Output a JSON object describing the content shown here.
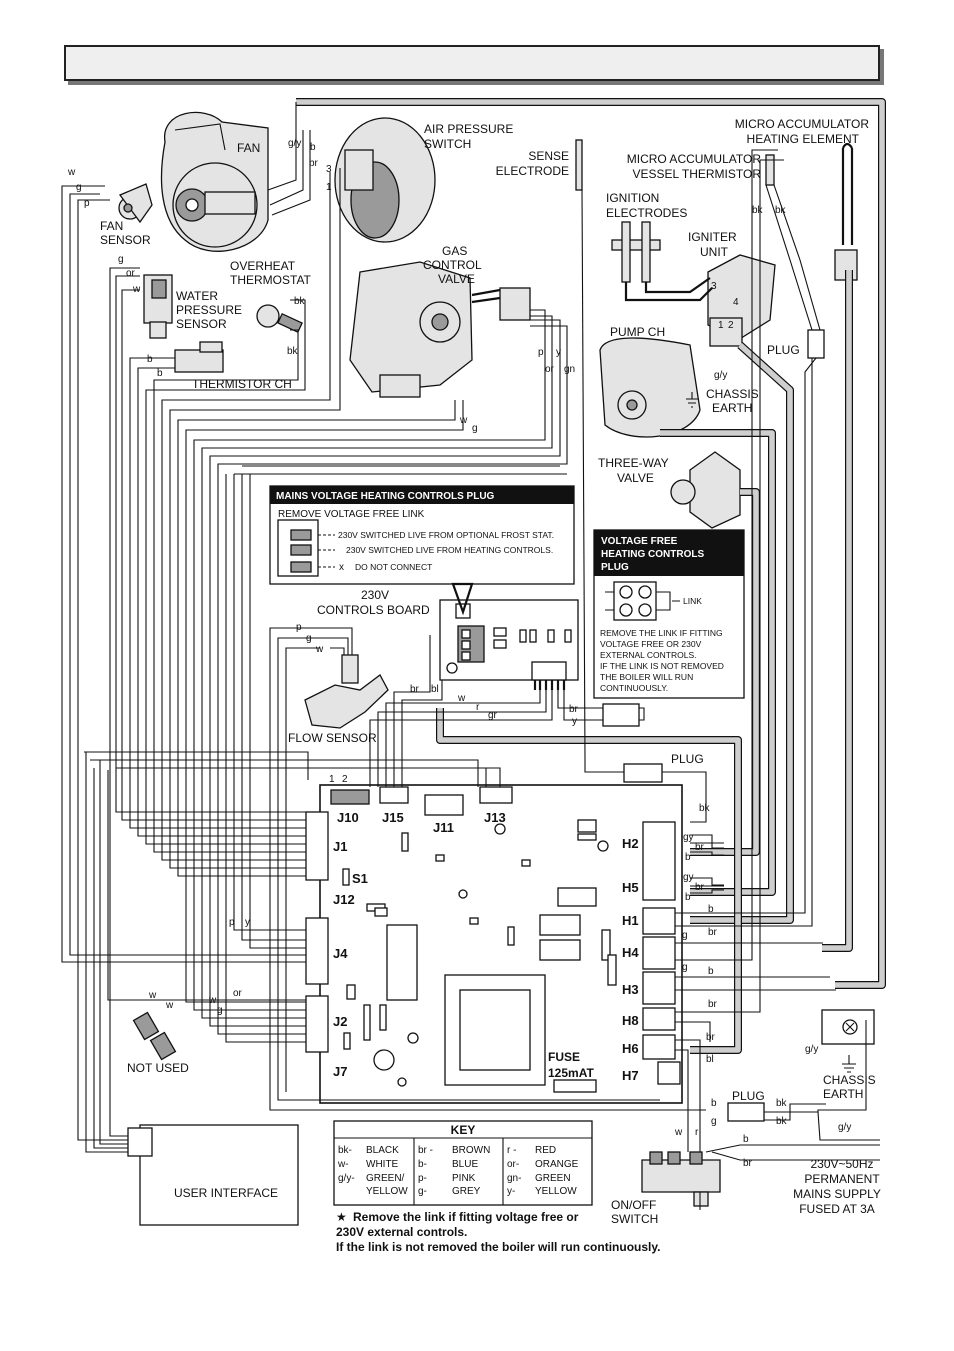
{
  "header": {
    "title": ""
  },
  "components": {
    "fan": "FAN",
    "fan_sensor": [
      "FAN",
      "SENSOR"
    ],
    "air_pressure_switch": [
      "AIR PRESSURE",
      "SWITCH"
    ],
    "sense_electrode": [
      "SENSE",
      "ELECTRODE"
    ],
    "micro_acc_heating": [
      "MICRO ACCUMULATOR",
      "HEATING ELEMENT"
    ],
    "micro_acc_thermistor": [
      "MICRO ACCUMULATOR",
      "VESSEL THERMISTOR"
    ],
    "ignition_electrodes": [
      "IGNITION",
      "ELECTRODES"
    ],
    "igniter_unit": [
      "IGNITER",
      "UNIT"
    ],
    "overheat_thermostat": [
      "OVERHEAT",
      "THERMOSTAT"
    ],
    "gas_control_valve": [
      "GAS",
      "CONTROL",
      "VALVE"
    ],
    "water_pressure_sensor": [
      "WATER",
      "PRESSURE",
      "SENSOR"
    ],
    "thermistor_ch": "THERMISTOR CH",
    "pump_ch": "PUMP CH",
    "plug": "PLUG",
    "chassis_earth": [
      "CHASSIS",
      "EARTH"
    ],
    "three_way_valve": [
      "THREE-WAY",
      "VALVE"
    ],
    "controls_board": [
      "230V",
      "CONTROLS BOARD"
    ],
    "flow_sensor": "FLOW SENSOR",
    "not_used": "NOT USED",
    "user_interface": "USER INTERFACE",
    "on_off_switch": [
      "ON/OFF",
      "SWITCH"
    ],
    "mains_supply": [
      "230V~50Hz",
      "PERMANENT",
      "MAINS SUPPLY",
      "FUSED AT 3A"
    ],
    "fuse": [
      "FUSE",
      "125mAT"
    ]
  },
  "mains_plug_box": {
    "title": "MAINS VOLTAGE HEATING CONTROLS PLUG",
    "subtitle": "REMOVE VOLTAGE FREE LINK",
    "lines": [
      "230V SWITCHED LIVE FROM OPTIONAL FROST STAT.",
      "230V SWITCHED LIVE FROM HEATING CONTROLS.",
      "DO NOT CONNECT"
    ]
  },
  "voltage_free_box": {
    "title": [
      "VOLTAGE FREE",
      "HEATING CONTROLS",
      "PLUG"
    ],
    "link_label": "LINK",
    "notes": [
      "REMOVE THE LINK IF FITTING",
      "VOLTAGE FREE OR 230V",
      "EXTERNAL CONTROLS.",
      "IF THE LINK IS NOT REMOVED",
      "THE BOILER WILL RUN",
      "CONTINUOUSLY."
    ]
  },
  "connectors": {
    "pin_numbers": [
      "1",
      "2"
    ],
    "j10": "J10",
    "j15": "J15",
    "j11": "J11",
    "j13": "J13",
    "j1": "J1",
    "s1": "S1",
    "j12": "J12",
    "j4": "J4",
    "j2": "J2",
    "j7": "J7",
    "h2": "H2",
    "h5": "H5",
    "h1": "H1",
    "h4": "H4",
    "h3": "H3",
    "h8": "H8",
    "h6": "H6",
    "h7": "H7"
  },
  "wire_labels": {
    "w": "w",
    "g": "g",
    "p": "p",
    "gy": "g/y",
    "b": "b",
    "br": "br",
    "bk": "bk",
    "or": "or",
    "r": "r",
    "y": "y",
    "gn": "gn",
    "gr": "gr",
    "bl": "bl",
    "gy2": "gy",
    "n3": "3",
    "n1": "1",
    "n4": "4",
    "n2": "2"
  },
  "key": {
    "title": "KEY",
    "col1": [
      [
        "bk-",
        "BLACK"
      ],
      [
        "w-",
        "WHITE"
      ],
      [
        "g/y-",
        "GREEN/"
      ],
      [
        "",
        "YELLOW"
      ]
    ],
    "col2": [
      [
        "br -",
        "BROWN"
      ],
      [
        "b-",
        "BLUE"
      ],
      [
        "p-",
        "PINK"
      ],
      [
        "g-",
        "GREY"
      ]
    ],
    "col3": [
      [
        "r -",
        "RED"
      ],
      [
        "or-",
        "ORANGE"
      ],
      [
        "gn-",
        "GREEN"
      ],
      [
        "y-",
        "YELLOW"
      ]
    ]
  },
  "footnote": {
    "star": "★",
    "line1": "Remove the link if fitting voltage free or",
    "line2": "230V external controls.",
    "line3": "If the link is not removed the boiler will run continuously."
  }
}
